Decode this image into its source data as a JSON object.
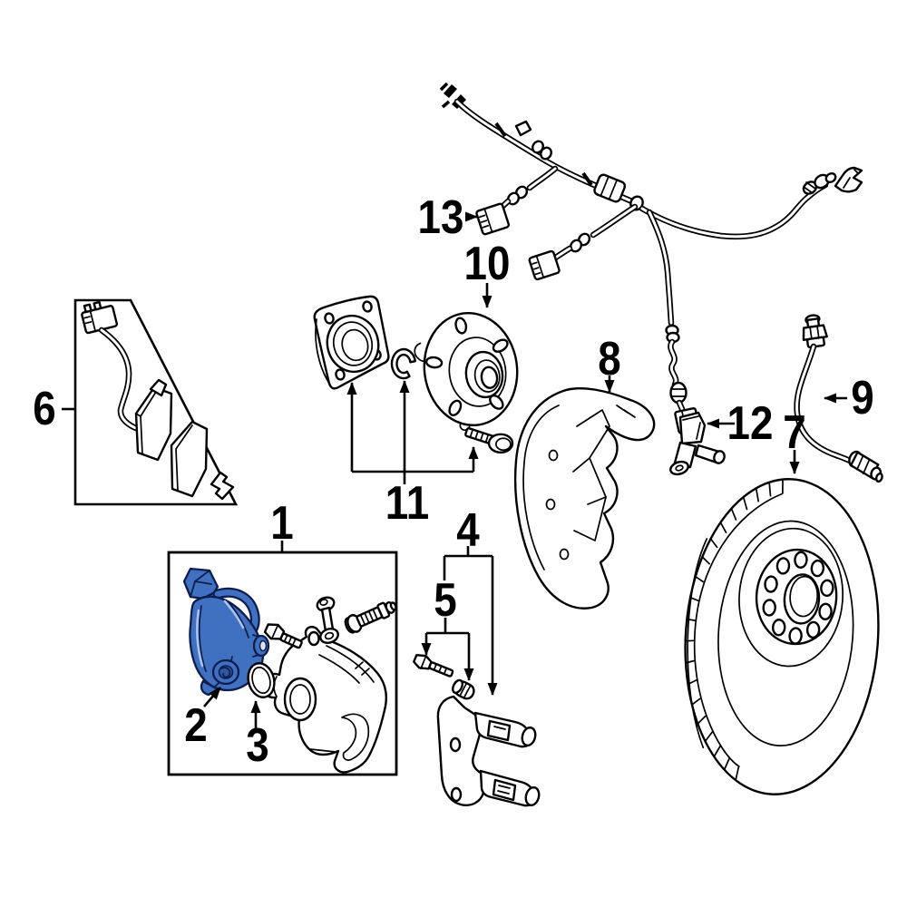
{
  "diagram": {
    "kind": "exploded-parts-diagram",
    "background": "#ffffff",
    "line_color": "#000000",
    "highlight_color": "#4070c0",
    "callouts": [
      {
        "number": "1",
        "part": "brake-caliper-assembly-box"
      },
      {
        "number": "2",
        "part": "parking-brake-actuator-highlighted"
      },
      {
        "number": "3",
        "part": "o-ring-seal"
      },
      {
        "number": "4",
        "part": "caliper-mounting-bracket"
      },
      {
        "number": "5",
        "part": "caliper-guide-bolt-and-sleeve"
      },
      {
        "number": "6",
        "part": "brake-pad-set-box"
      },
      {
        "number": "7",
        "part": "brake-rotor"
      },
      {
        "number": "8",
        "part": "splash-shield"
      },
      {
        "number": "9",
        "part": "brake-hose"
      },
      {
        "number": "10",
        "part": "wheel-hub"
      },
      {
        "number": "11",
        "part": "hub-flange-snap-ring-bolt"
      },
      {
        "number": "12",
        "part": "abs-wheel-speed-sensor"
      },
      {
        "number": "13",
        "part": "sensor-harness-connector"
      }
    ]
  }
}
